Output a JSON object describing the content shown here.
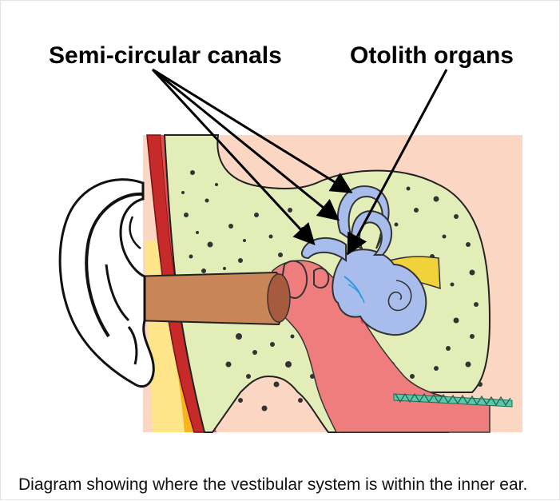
{
  "labels": {
    "left": "Semi-circular canals",
    "right": "Otolith organs"
  },
  "caption": "Diagram showing where the vestibular system is within the inner ear.",
  "colors": {
    "background_panel": "#fbd7c3",
    "bone": "#e3edb7",
    "skin": "#c98458",
    "ear": "#ffffff",
    "canal_tissue": "#ef7d7d",
    "vestibular": "#a9bdec",
    "nerve": "#f2d23a",
    "teeth": "#5cc6a8"
  }
}
